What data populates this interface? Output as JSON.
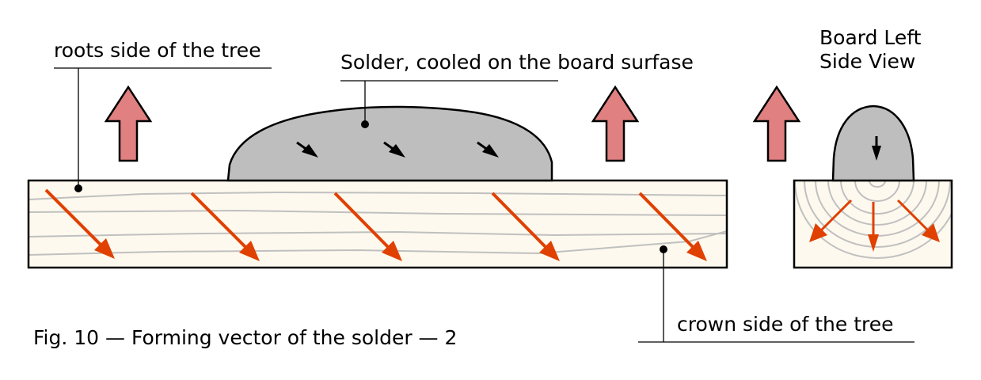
{
  "labels": {
    "roots": "roots side of the tree",
    "solder": "Solder, cooled on the board surfase",
    "side_view_line1": "Board Left",
    "side_view_line2": "Side View",
    "crown": "crown side of the tree",
    "caption": "Fig. 10 — Forming vector of the solder — 2"
  },
  "colors": {
    "board": "#fdf9ee",
    "grain": "#c0c0c0",
    "solder": "#bebebe",
    "up_arrow": "#e08080",
    "vector_arrow": "#e04000"
  }
}
